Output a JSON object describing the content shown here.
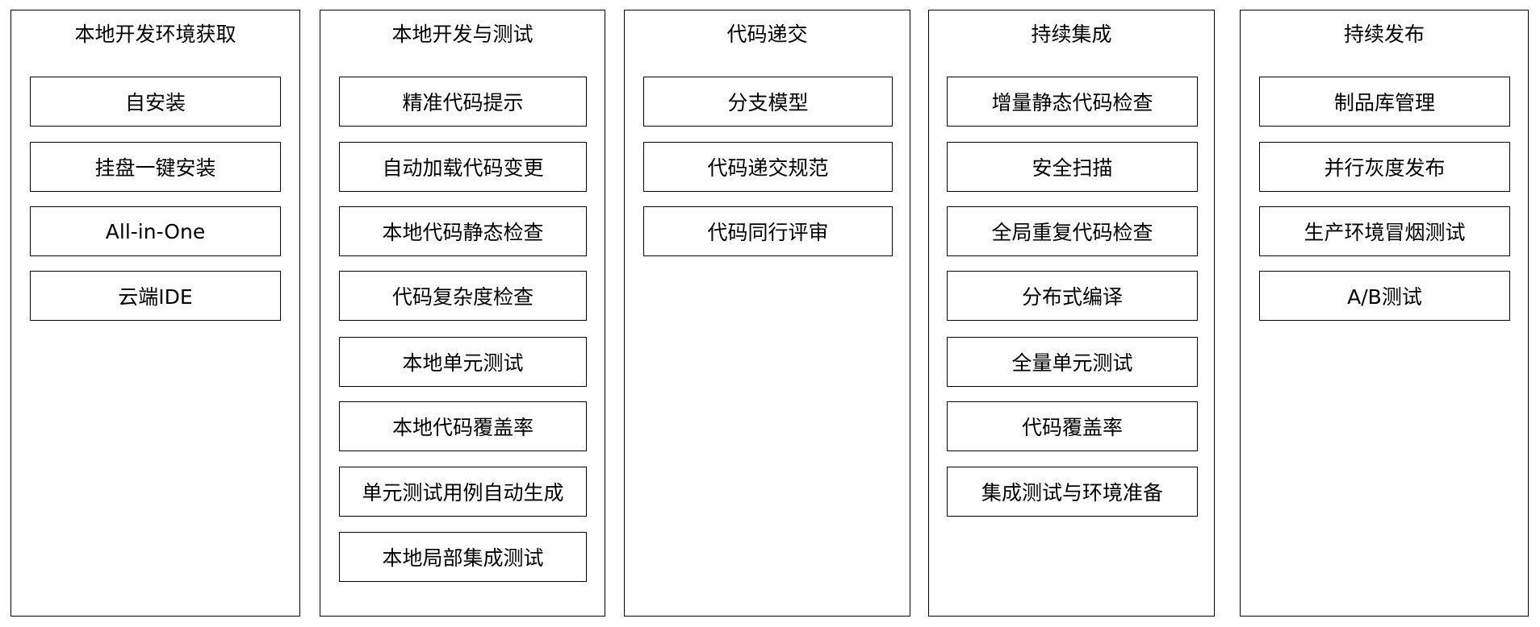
{
  "columns": [
    {
      "title": "本地开发环境获取",
      "items": [
        "自安装",
        "挂盘一键安装",
        "All-in-One",
        "云端IDE"
      ]
    },
    {
      "title": "本地开发与测试",
      "items": [
        "精准代码提示",
        "自动加载代码变更",
        "本地代码静态检查",
        "代码复杂度检查",
        "本地单元测试",
        "本地代码覆盖率",
        "单元测试用例自动生成",
        "本地局部集成测试"
      ]
    },
    {
      "title": "代码递交",
      "items": [
        "分支模型",
        "代码递交规范",
        "代码同行评审"
      ]
    },
    {
      "title": "持续集成",
      "items": [
        "增量静态代码检查",
        "安全扫描",
        "全局重复代码检查",
        "分布式编译",
        "全量单元测试",
        "代码覆盖率",
        "集成测试与环境准备"
      ]
    },
    {
      "title": "持续发布",
      "items": [
        "制品库管理",
        "并行灰度发布",
        "生产环境冒烟测试",
        "A/B测试"
      ]
    }
  ]
}
